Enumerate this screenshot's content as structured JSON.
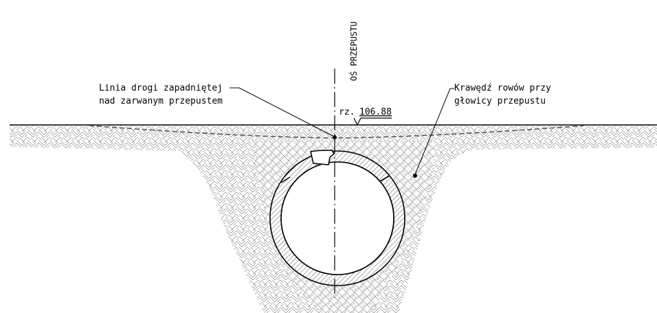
{
  "axis_label": "OŚ PRZEPUSTU",
  "annotation_left": {
    "line1": "Linia drogi zapadniętej",
    "line2": "nad zarwanym przepustem"
  },
  "annotation_right": {
    "line1": "Krawędź rowów przy",
    "line2": "głowicy przepustu"
  },
  "elevation": {
    "prefix": "rz.",
    "value": "106.88"
  },
  "colors": {
    "line": "#000000",
    "hatch": "#9a9a9a",
    "hatch_dense": "#666666",
    "dashed": "#555555",
    "background": "#ffffff"
  }
}
